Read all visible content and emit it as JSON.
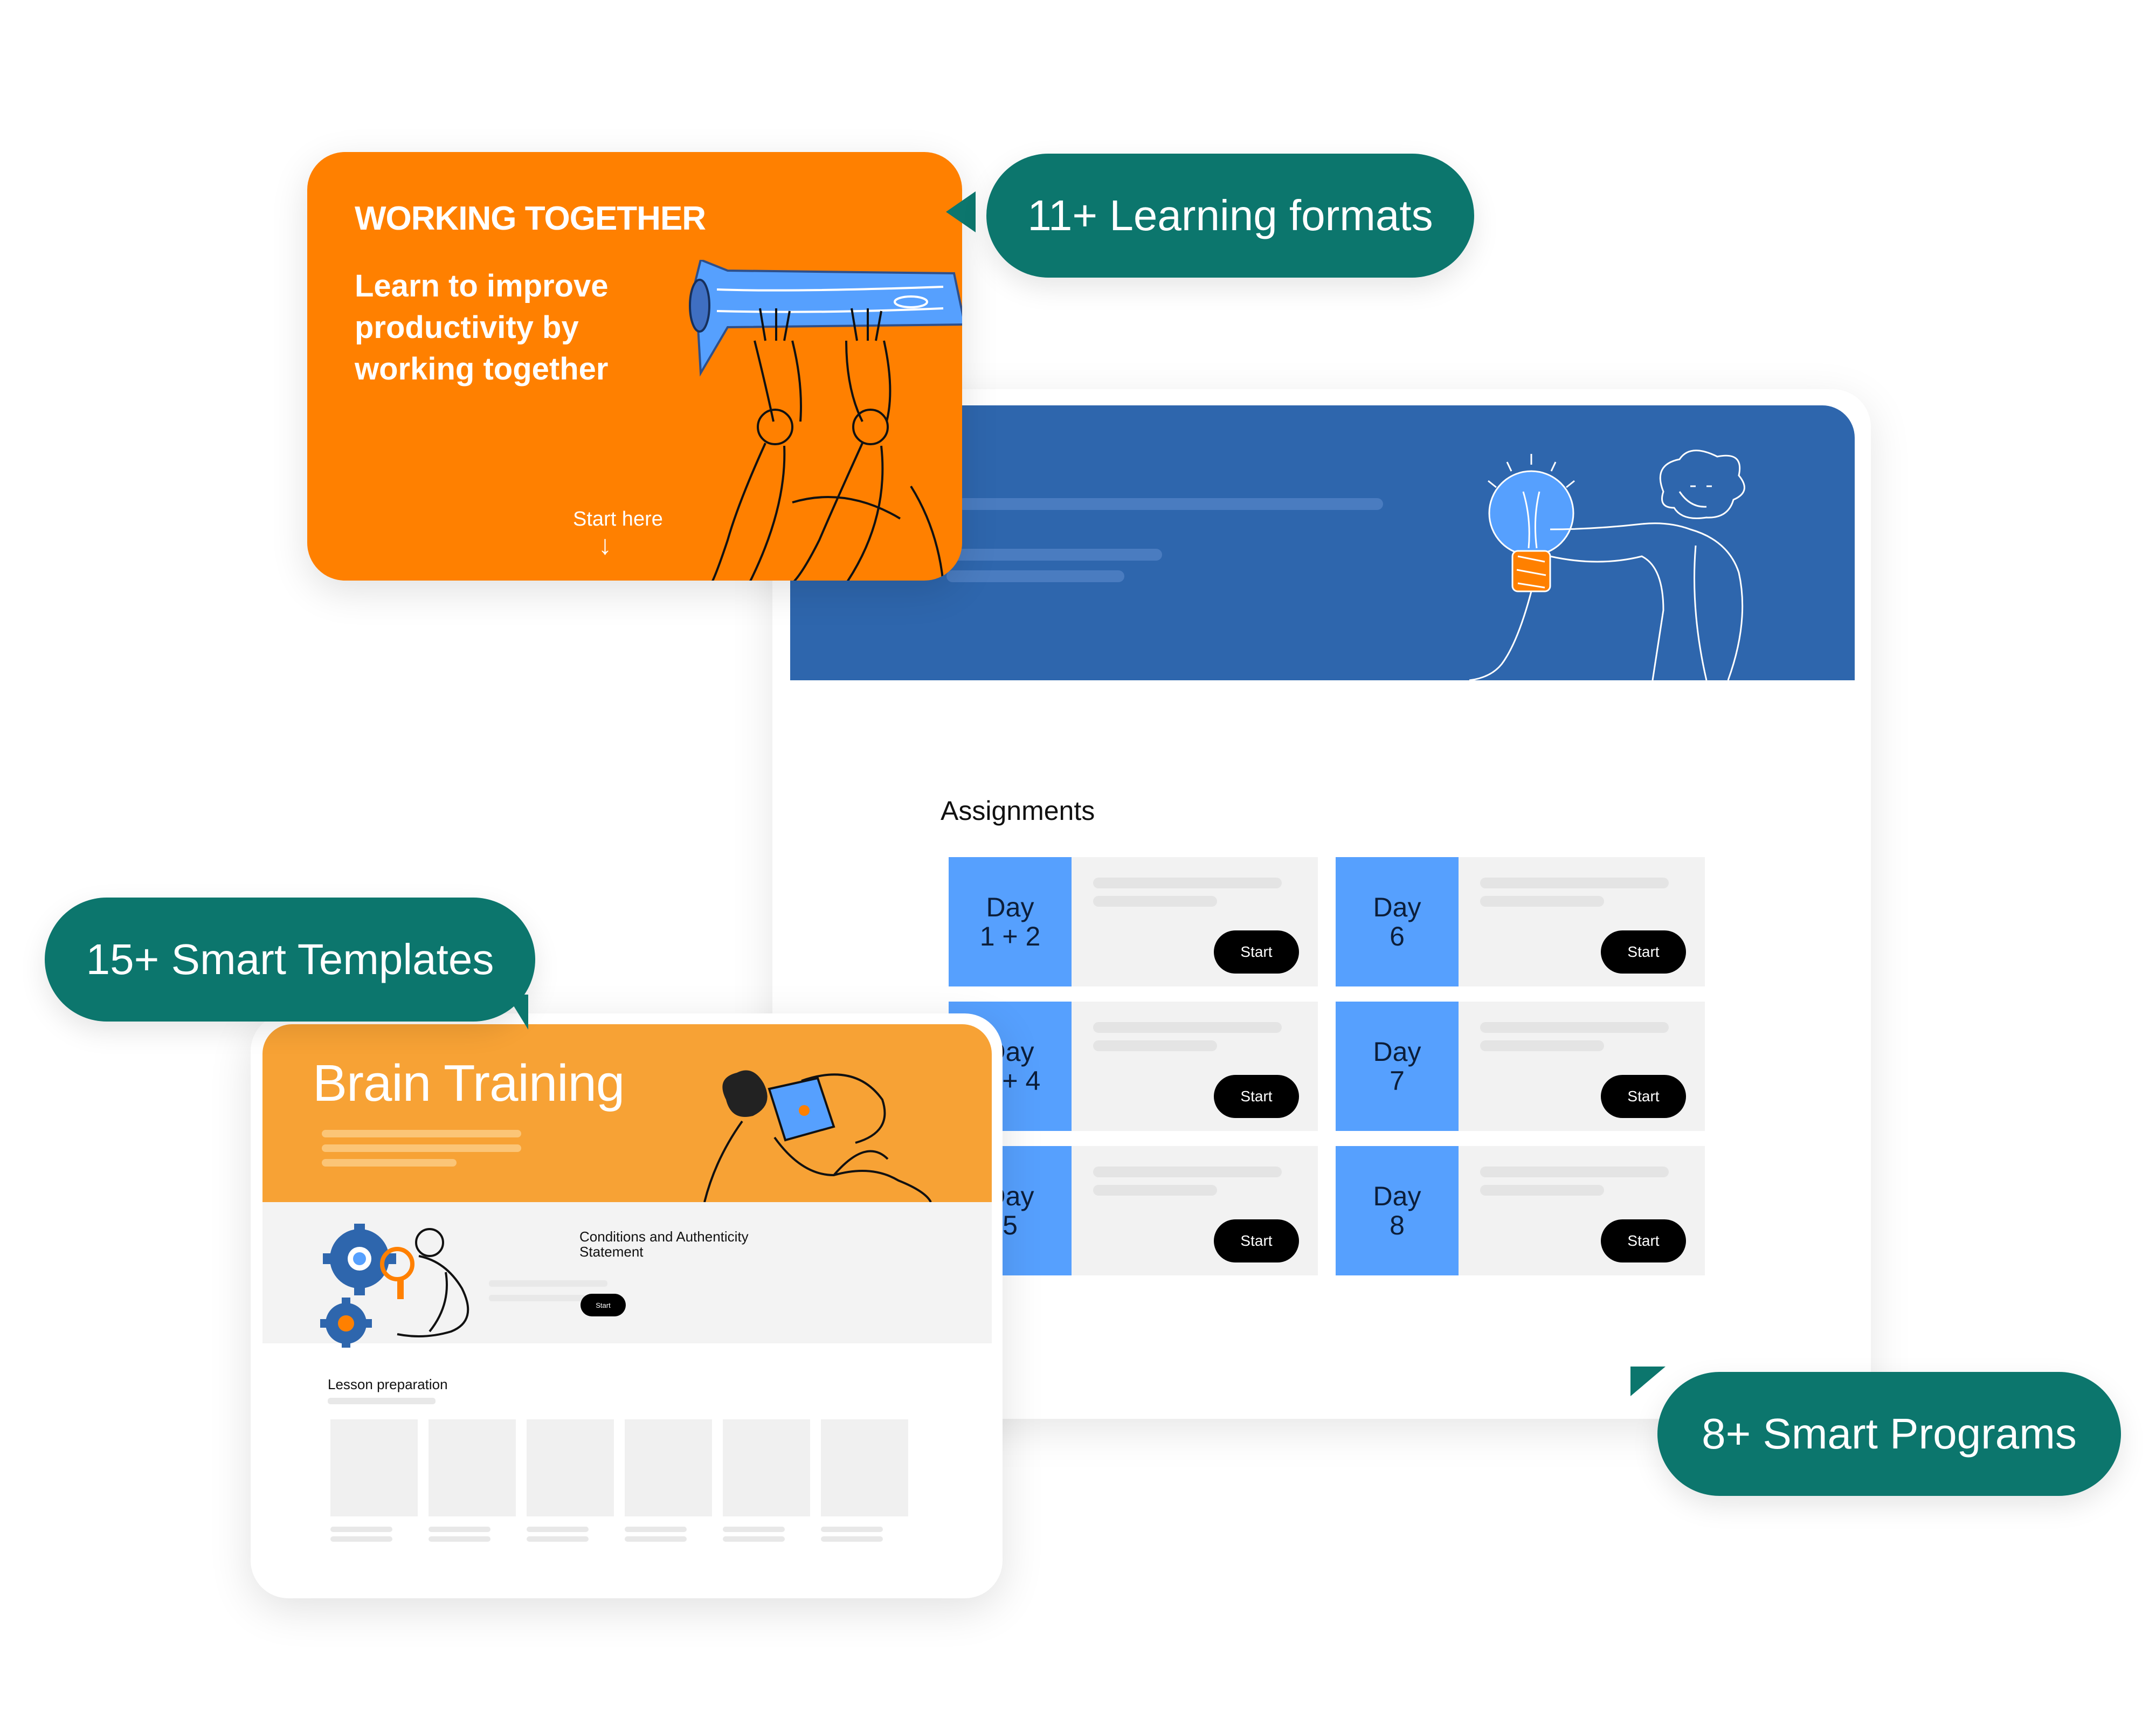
{
  "bubbles": {
    "learning_formats": "11+ Learning formats",
    "smart_templates": "15+ Smart Templates",
    "smart_programs": "8+ Smart Programs"
  },
  "orange_card": {
    "title": "WORKING TOGETHER",
    "subtitle": "Learn to improve productivity by working together",
    "start_label": "Start here",
    "arrow": "↓"
  },
  "program": {
    "assignments_title": "Assignments",
    "assignments": [
      {
        "day": "Day\n1 + 2",
        "start": "Start"
      },
      {
        "day": "Day\n6",
        "start": "Start"
      },
      {
        "day": "Day\n3 + 4",
        "start": "Start"
      },
      {
        "day": "Day\n7",
        "start": "Start"
      },
      {
        "day": "Day\n5",
        "start": "Start"
      },
      {
        "day": "Day\n8",
        "start": "Start"
      }
    ]
  },
  "brain": {
    "title": "Brain Training",
    "conditions": "Conditions and Authenticity Statement",
    "start": "Start",
    "lesson_title": "Lesson preparation"
  },
  "colors": {
    "teal": "#0c766d",
    "orange": "#ff8000",
    "light_orange": "#f7a235",
    "blue_header": "#2e66ad",
    "day_blue": "#56a0fe"
  }
}
